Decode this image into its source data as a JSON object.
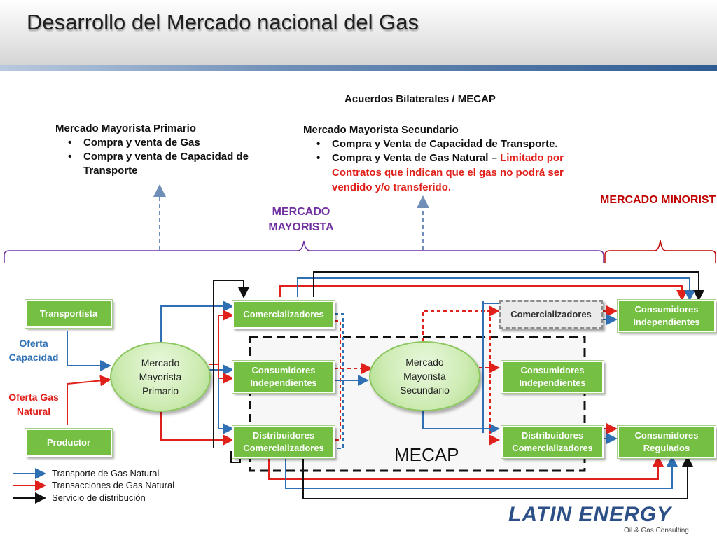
{
  "title": "Desarrollo del Mercado nacional del Gas",
  "top": {
    "acuerdos": "Acuerdos Bilaterales / MECAP",
    "primario": {
      "heading": "Mercado Mayorista Primario",
      "bullets": [
        "Compra y venta de Gas",
        "Compra y venta de Capacidad de",
        "Transporte"
      ]
    },
    "secundario": {
      "heading": "Mercado Mayorista Secundario",
      "bullet1": "Compra y Venta de Capacidad de Transporte.",
      "bullet2_black": "Compra y Venta de Gas Natural – ",
      "bullet2_red": "Limitado por",
      "bullet2_line2": "Contratos que indican que el gas no podrá ser",
      "bullet2_line3": "vendido y/o transferido."
    },
    "mayorista_line1": "MERCADO",
    "mayorista_line2": "MAYORISTA",
    "minorista": "MERCADO MINORIST"
  },
  "nodes": {
    "transportista": "Transportista",
    "productor": "Productor",
    "oferta_capacidad_1": "Oferta",
    "oferta_capacidad_2": "Capacidad",
    "oferta_gas_1": "Oferta Gas",
    "oferta_gas_2": "Natural",
    "mmp_1": "Mercado",
    "mmp_2": "Mayorista",
    "mmp_3": "Primario",
    "comercializadores": "Comercializadores",
    "consumidores_ind_1": "Consumidores",
    "consumidores_ind_2": "Independientes",
    "distribuidores_1": "Distribuidores",
    "distribuidores_2": "Comercializadores",
    "mms_1": "Mercado",
    "mms_2": "Mayorista",
    "mms_3": "Secundario",
    "comercializadores_2": "Comercializadores",
    "consumidores_ind_b1": "Consumidores",
    "consumidores_ind_b2": "Independientes",
    "distribuidores_b1": "Distribuidores",
    "distribuidores_b2": "Comercializadores",
    "consumidores_ind_c1": "Consumidores",
    "consumidores_ind_c2": "Independientes",
    "consumidores_reg_1": "Consumidores",
    "consumidores_reg_2": "Regulados",
    "mecap": "MECAP"
  },
  "legend": {
    "transporte": "Transporte de Gas Natural",
    "transacciones": "Transacciones de Gas Natural",
    "servicio": "Servicio de distribución"
  },
  "colors": {
    "blue": "#2f6fb4",
    "red": "#e0201b",
    "black": "#111111",
    "green": "#75bf43",
    "purple": "#7030a0"
  },
  "logo": {
    "name": "LATIN ENERGY",
    "tagline": "Oil & Gas Consulting"
  }
}
